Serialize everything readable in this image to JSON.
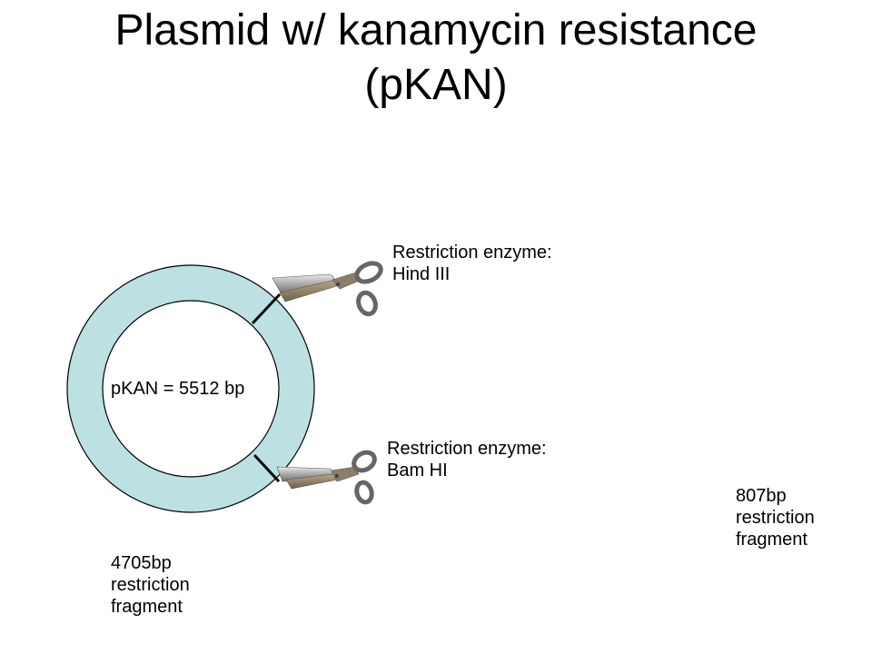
{
  "slide": {
    "title_line1": "Plasmid w/ kanamycin resistance",
    "title_line2": "(pKAN)"
  },
  "plasmid": {
    "label": "pKAN = 5512 bp",
    "ring_color": "#bde0e3",
    "outline_color": "#000000"
  },
  "enzymes": {
    "hind": {
      "line1": "Restriction enzyme:",
      "line2": "Hind III",
      "icon": "scissors-icon"
    },
    "bam": {
      "line1": "Restriction enzyme:",
      "line2": "Bam HI",
      "icon": "scissors-icon"
    }
  },
  "fragments": {
    "large": {
      "line1": "4705bp",
      "line2": "restriction",
      "line3": "fragment"
    },
    "small": {
      "line1": "807bp",
      "line2": "restriction",
      "line3": "fragment"
    }
  }
}
